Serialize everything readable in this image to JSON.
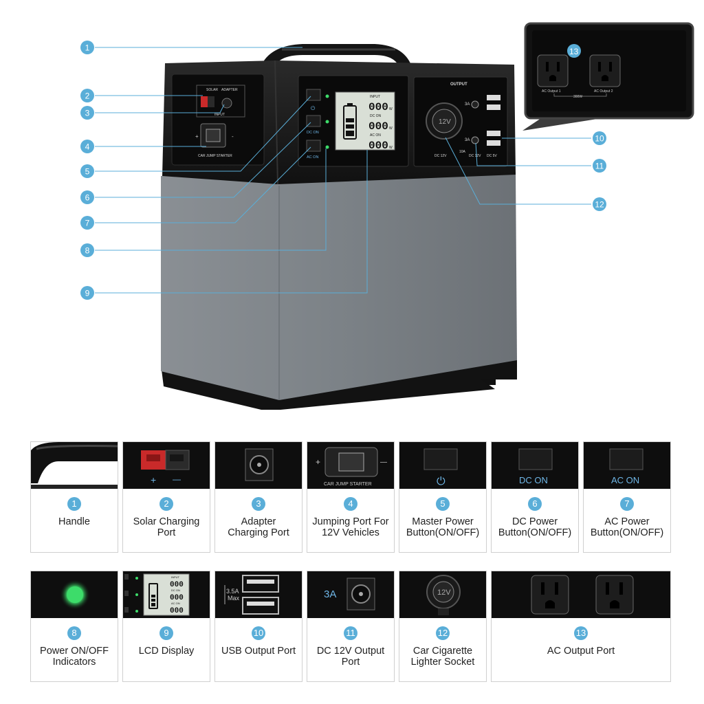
{
  "product": {
    "panel": {
      "input_solar": "SOLAR",
      "input_adapter": "ADAPTER",
      "input_label": "INPUT",
      "jump_label": "CAR JUMP STARTER",
      "plus": "+",
      "minus": "-",
      "dc_on": "DC ON",
      "ac_on": "AC ON",
      "power_symbol": "⏻",
      "output_label": "OUTPUT",
      "dc12v_left": "DC 12V",
      "dc12v_mid": "DC 12V",
      "dc5v": "DC 5V",
      "amp_3a": "3A",
      "amp_10a": "10A",
      "socket_label": "12V"
    },
    "lcd": {
      "input_label": "INPUT",
      "dc_label": "DC ON",
      "ac_label": "AC ON",
      "value": "000",
      "unit": "W"
    },
    "ac_inset": {
      "number": "13",
      "outlet_1": "AC Output 1",
      "outlet_2": "AC Output 2",
      "watt": "300W"
    },
    "callouts": [
      "1",
      "2",
      "3",
      "4",
      "5",
      "6",
      "7",
      "8",
      "9",
      "10",
      "11",
      "12"
    ]
  },
  "features": [
    {
      "number": "1",
      "label_lines": [
        "Handle"
      ]
    },
    {
      "number": "2",
      "label_lines": [
        "Solar Charging",
        "Port"
      ]
    },
    {
      "number": "3",
      "label_lines": [
        "Adapter",
        "Charging Port"
      ]
    },
    {
      "number": "4",
      "label_lines": [
        "Jumping Port For",
        "12V Vehicles"
      ]
    },
    {
      "number": "5",
      "label_lines": [
        "Master Power",
        "Button(ON/OFF)"
      ]
    },
    {
      "number": "6",
      "label_lines": [
        "DC Power",
        "Button(ON/OFF)"
      ]
    },
    {
      "number": "7",
      "label_lines": [
        "AC Power",
        "Button(ON/OFF)"
      ]
    },
    {
      "number": "8",
      "label_lines": [
        "Power ON/OFF",
        "Indicators"
      ]
    },
    {
      "number": "9",
      "label_lines": [
        "LCD Display"
      ]
    },
    {
      "number": "10",
      "label_lines": [
        "USB Output Port"
      ]
    },
    {
      "number": "11",
      "label_lines": [
        "DC 12V Output",
        "Port"
      ]
    },
    {
      "number": "12",
      "label_lines": [
        "Car Cigarette",
        "Lighter Socket"
      ]
    },
    {
      "number": "13",
      "label_lines": [
        "AC Output Port"
      ]
    }
  ],
  "thumb_text": {
    "solar_plus": "+",
    "solar_minus": "—",
    "jump_plus": "+",
    "jump_minus": "—",
    "jump_label": "CAR JUMP STARTER",
    "power_symbol": "⏻",
    "dc_on": "DC ON",
    "ac_on": "AC ON",
    "usb_amp_1": "3.5A",
    "usb_amp_2": "Max",
    "dc_amp": "3A",
    "socket_label": "12V",
    "lcd_in": "INPUT",
    "lcd_dc": "DC ON",
    "lcd_ac": "AC ON",
    "lcd_value": "000"
  },
  "colors": {
    "callout_blue": "#5aaed8",
    "body_grey": "#7f858a",
    "case_black": "#141414",
    "led_green": "#3ddc6a",
    "button_text_blue": "#6fb6e6"
  }
}
